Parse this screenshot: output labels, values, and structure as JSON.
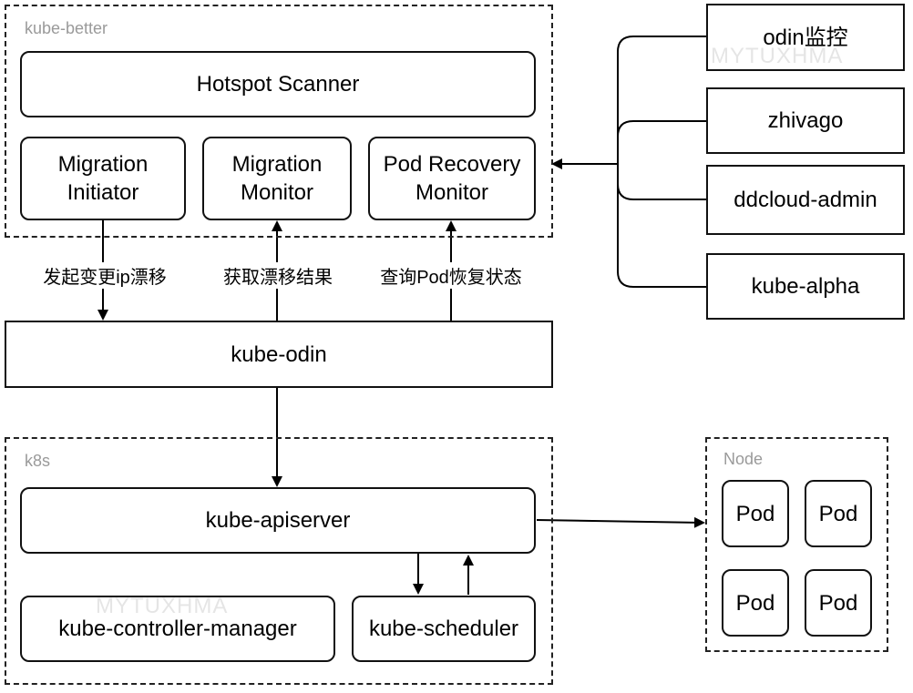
{
  "groups": {
    "kube_better": "kube-better",
    "k8s": "k8s",
    "node": "Node"
  },
  "boxes": {
    "hotspot_scanner": "Hotspot Scanner",
    "migration_initiator": "Migration\nInitiator",
    "migration_monitor": "Migration\nMonitor",
    "pod_recovery_monitor": "Pod Recovery\nMonitor",
    "kube_odin": "kube-odin",
    "kube_apiserver": "kube-apiserver",
    "kube_controller_manager": "kube-controller-manager",
    "kube_scheduler": "kube-scheduler",
    "odin_monitor": "odin监控",
    "zhivago": "zhivago",
    "ddcloud_admin": "ddcloud-admin",
    "kube_alpha": "kube-alpha"
  },
  "pods": [
    "Pod",
    "Pod",
    "Pod",
    "Pod"
  ],
  "edge_labels": {
    "initiate_ip_drift": "发起变更ip漂移",
    "get_drift_result": "获取漂移结果",
    "query_pod_recovery": "查询Pod恢复状态"
  },
  "watermarks": [
    "MYTUXHMA",
    "MYTUXHMA"
  ]
}
